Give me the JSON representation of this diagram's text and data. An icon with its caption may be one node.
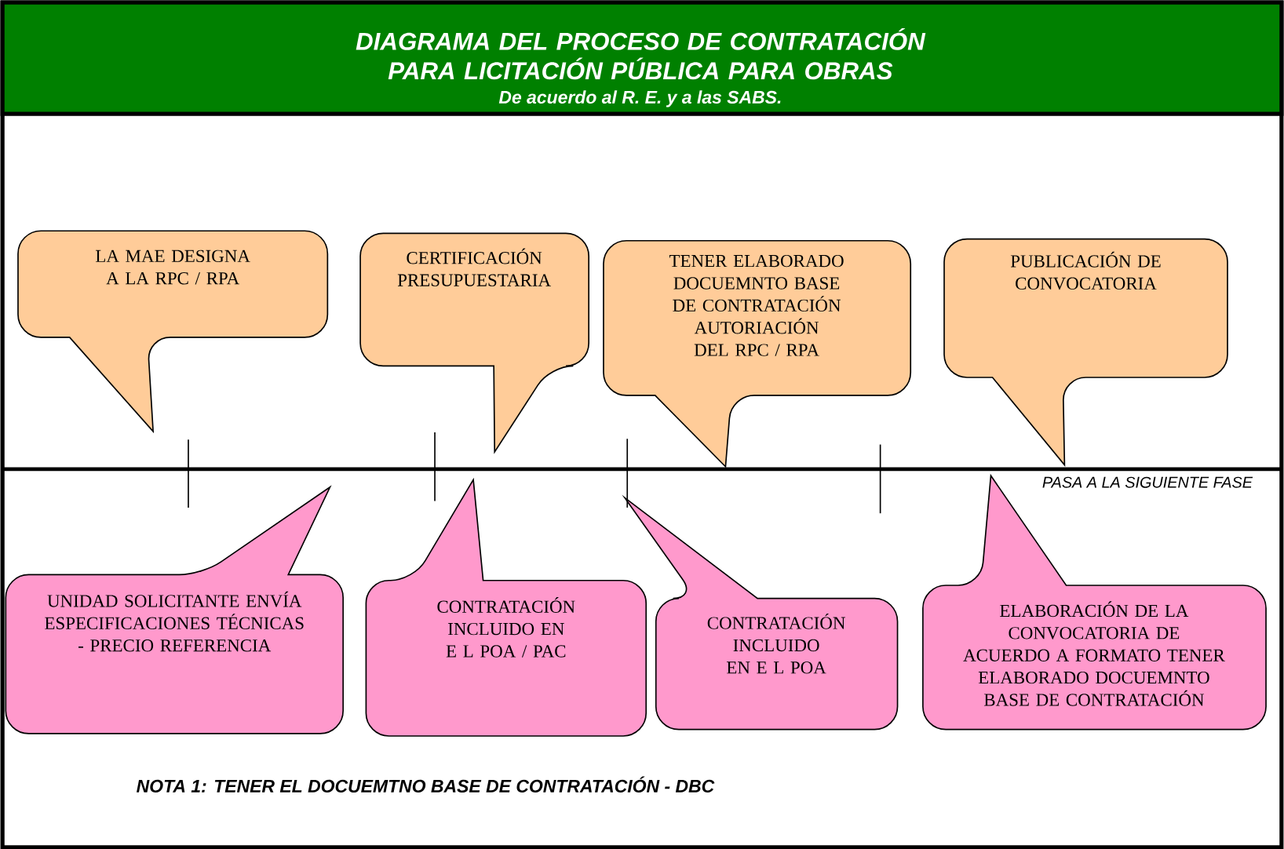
{
  "diagram": {
    "title": "DIAGRAMA DEL PROCESO DE CONTRATACIÓN PARA LICITACIÓN PÚBLICA PARA OBRAS",
    "nodes": [
      {
        "text": [
          "LA MAE DESIGNA A LA RPC / RPA"
        ]
      },
      {
        "text": [
          "CERTIFICACIÓN PRESUPUESTARIA"
        ]
      },
      {
        "text": [
          "TENER ELABORADO DOCUEMNTO BASE DE CONTRATACIÓN AUTORIACIÓN DEL RPC / RPA"
        ]
      },
      {
        "text": [
          "PUBLICACIÓN DE CONVOCATORIA"
        ]
      },
      {
        "text": [
          "UNIDAD SOLICITANTE ENVÍA ESPECIFICACIONES TÉCNICAS - PRECIO REFERENCIA"
        ]
      },
      {
        "text": [
          "CONTRATACIÓN INCLUIDO EN E L POA / PAC"
        ]
      },
      {
        "text": [
          "CONTRATACIÓN INCLUIDO EN  E L POA"
        ]
      },
      {
        "text": [
          "ELABORACIÓN DE LA CONVOCATORIA DE ACUERDO A FORMATO TENER ELABORADO DOCUEMNTO BASE DE CONTRATACIÓN"
        ]
      }
    ],
    "labels": [
      "De acuerdo al R. E. y a las SABS.",
      "PASA A LA SIGUIENTE FASE",
      "NOTA 1:  TENER EL DOCUEMTNO BASE DE CONTRATACIÓN - DBC"
    ]
  }
}
